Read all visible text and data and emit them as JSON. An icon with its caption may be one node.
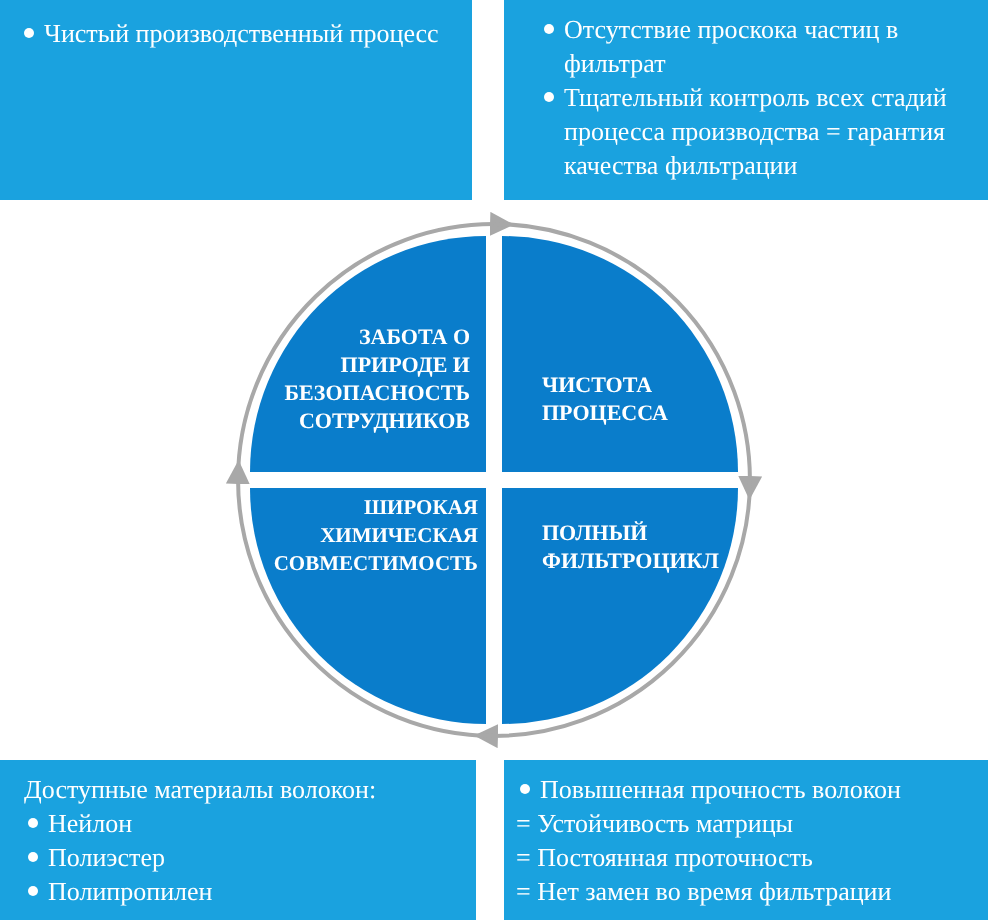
{
  "diagram": {
    "nodes": [
      {
        "text": [
          "Чистый производственный процесс"
        ]
      },
      {
        "text": [
          "Отсутствие проскока частиц в фильтрат",
          "Тщательный контроль всех стадий процесса производства = гарантия качества фильтрации"
        ]
      },
      {
        "text": [
          "ЗАБОТА О ПРИРОДЕ И БЕЗОПАСНОСТЬ СОТРУДНИКОВ"
        ]
      },
      {
        "text": [
          "ЧИСТОТА ПРОЦЕССА"
        ]
      },
      {
        "text": [
          "ШИРОКАЯ ХИМИЧЕСКАЯ СОВМЕСТИМОСТЬ"
        ]
      },
      {
        "text": [
          "ПОЛНЫЙ ФИЛЬТРОЦИКЛ"
        ]
      },
      {
        "text": [
          "Доступные материалы волокон:",
          "Нейлон",
          "Полиэстер",
          "Полипропилен"
        ]
      },
      {
        "text": [
          "Повышенная прочность волокон",
          "= Устойчивость матрицы",
          "= Постоянная проточность",
          "= Нет замен во время фильтрации"
        ]
      }
    ],
    "edges": [
      {
        "from": 2,
        "to": 3,
        "arrow": "to"
      },
      {
        "from": 3,
        "to": 5,
        "arrow": "to"
      },
      {
        "from": 5,
        "to": 4,
        "arrow": "to"
      },
      {
        "from": 4,
        "to": 2,
        "arrow": "to"
      }
    ]
  }
}
